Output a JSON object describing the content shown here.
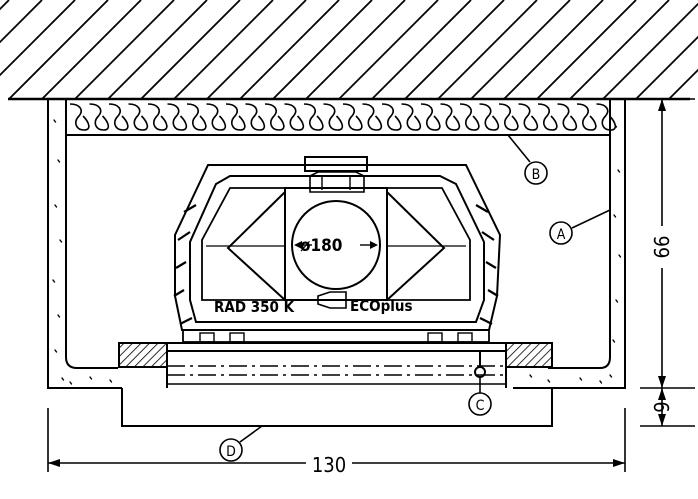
{
  "drawing": {
    "nameplate": {
      "model": "RAD  350  K",
      "brand": "ECOplus"
    },
    "duct": {
      "diameter_label": "ø180"
    },
    "callouts": [
      {
        "id": "A",
        "label": "A"
      },
      {
        "id": "B",
        "label": "B"
      },
      {
        "id": "C",
        "label": "C"
      },
      {
        "id": "D",
        "label": "D"
      }
    ],
    "dimensions": {
      "width": "130",
      "height_main": "66",
      "height_bottom": "9"
    }
  }
}
